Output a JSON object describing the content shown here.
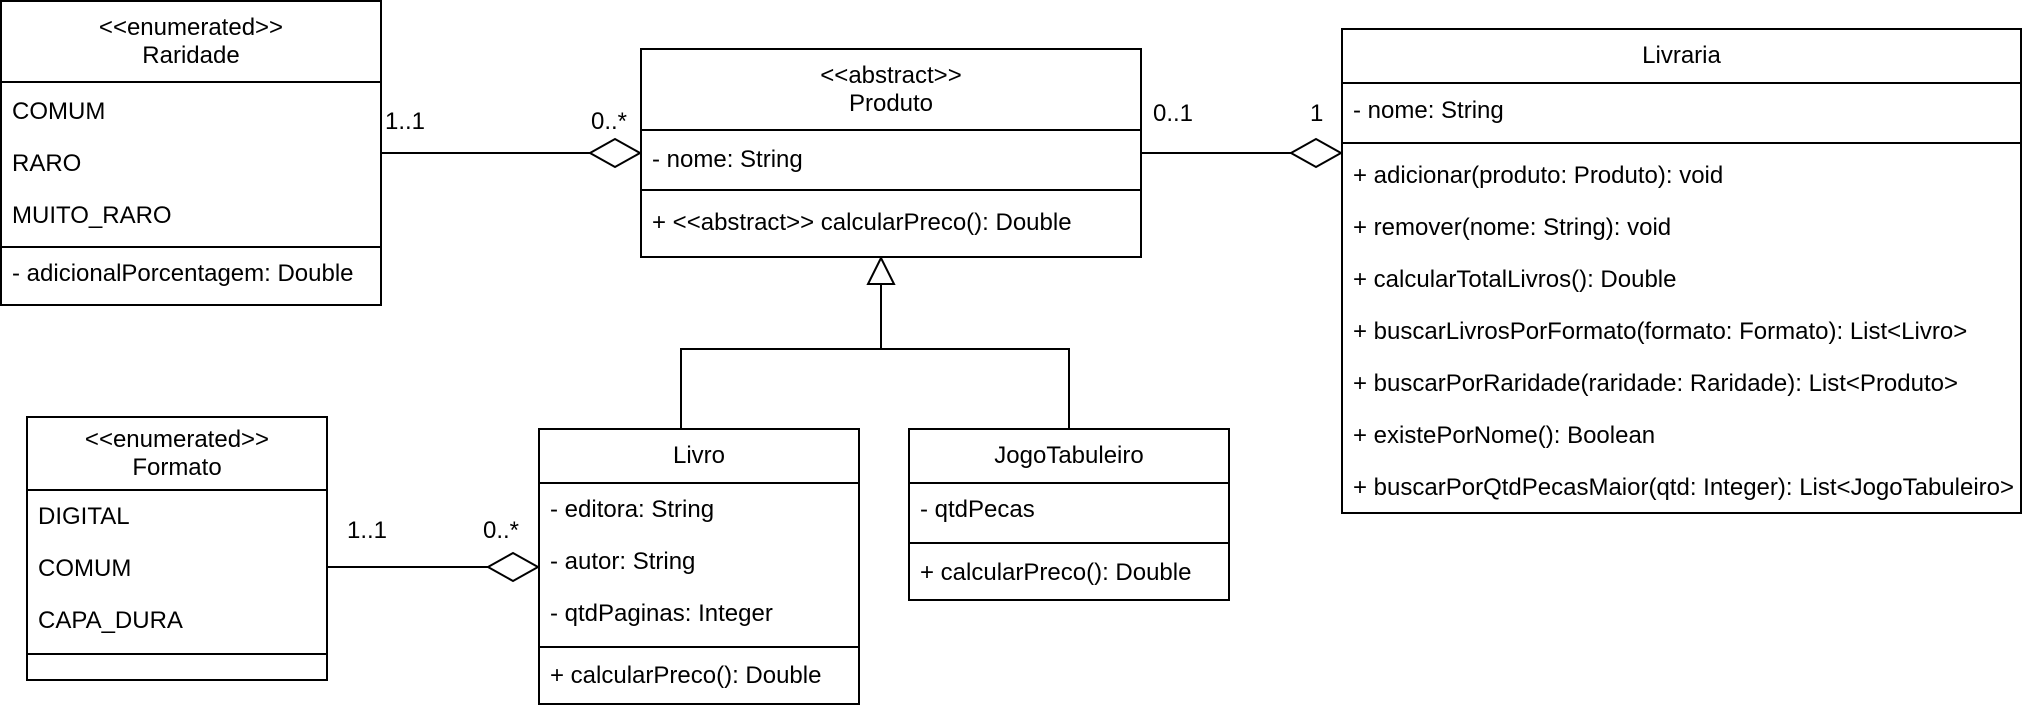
{
  "classes": {
    "raridade": {
      "stereotype": "<<enumerated>>",
      "name": "Raridade",
      "values": [
        "COMUM",
        "RARO",
        "MUITO_RARO"
      ],
      "attributes": [
        "- adicionalPorcentagem: Double"
      ]
    },
    "produto": {
      "stereotype": "<<abstract>>",
      "name": "Produto",
      "attributes": [
        "- nome: String"
      ],
      "methods": [
        "+ <<abstract>> calcularPreco(): Double"
      ]
    },
    "livraria": {
      "name": "Livraria",
      "attributes": [
        "- nome: String"
      ],
      "methods": [
        "+ adicionar(produto: Produto): void",
        "+ remover(nome: String): void",
        "+ calcularTotalLivros(): Double",
        "+ buscarLivrosPorFormato(formato: Formato): List<Livro>",
        "+ buscarPorRaridade(raridade: Raridade): List<Produto>",
        "+ existePorNome(): Boolean",
        "+ buscarPorQtdPecasMaior(qtd: Integer): List<JogoTabuleiro>"
      ]
    },
    "formato": {
      "stereotype": "<<enumerated>>",
      "name": "Formato",
      "values": [
        "DIGITAL",
        "COMUM",
        "CAPA_DURA"
      ]
    },
    "livro": {
      "name": "Livro",
      "attributes": [
        "- editora: String",
        "- autor: String",
        "- qtdPaginas: Integer"
      ],
      "methods": [
        "+ calcularPreco(): Double"
      ]
    },
    "jogo": {
      "name": "JogoTabuleiro",
      "attributes": [
        "- qtdPecas"
      ],
      "methods": [
        "+ calcularPreco(): Double"
      ]
    }
  },
  "associations": {
    "raridade_produto": {
      "source": "1..1",
      "target": "0..*"
    },
    "produto_livraria": {
      "source": "0..1",
      "target": "1"
    },
    "formato_livro": {
      "source": "1..1",
      "target": "0..*"
    }
  }
}
